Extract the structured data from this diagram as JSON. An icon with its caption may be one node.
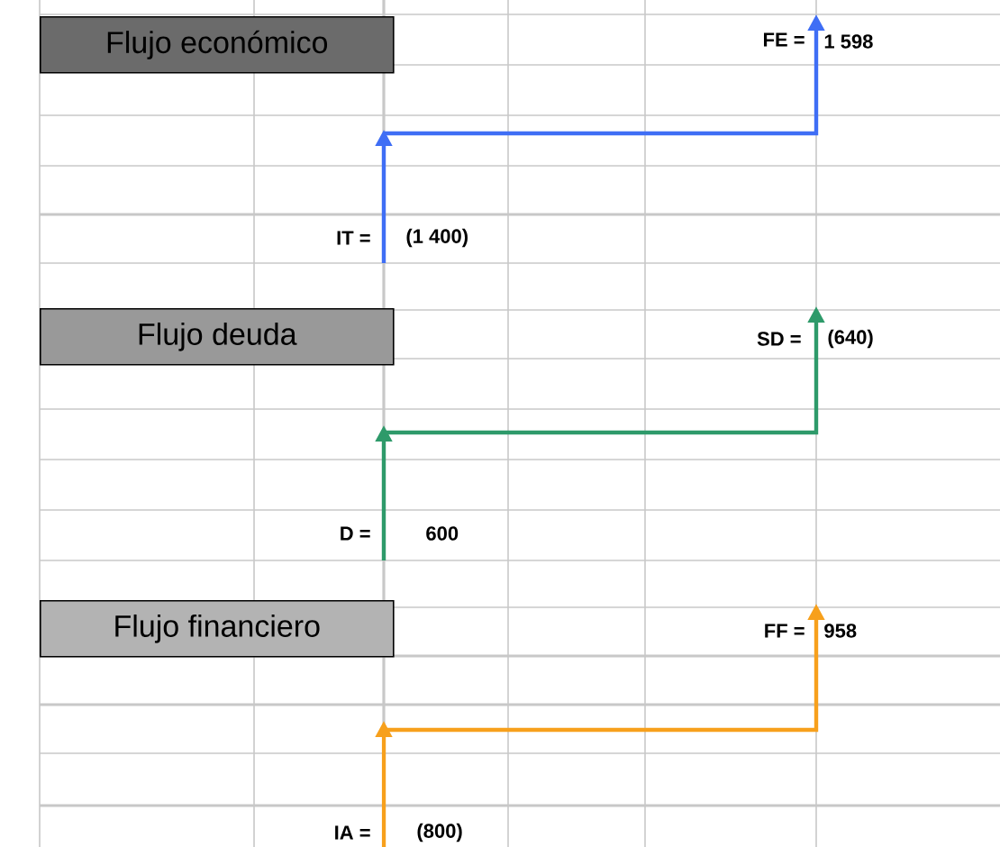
{
  "diagram": {
    "nodes": [
      {
        "text": [
          "Flujo económico"
        ]
      },
      {
        "text": [
          "Flujo deuda"
        ]
      },
      {
        "text": [
          "Flujo financiero"
        ]
      }
    ],
    "labels": [
      "FE =",
      "1 598",
      "IT =",
      "(1 400)",
      "SD =",
      "(640)",
      "D =",
      "600",
      "FF =",
      "958",
      "IA =",
      "(800)"
    ]
  }
}
